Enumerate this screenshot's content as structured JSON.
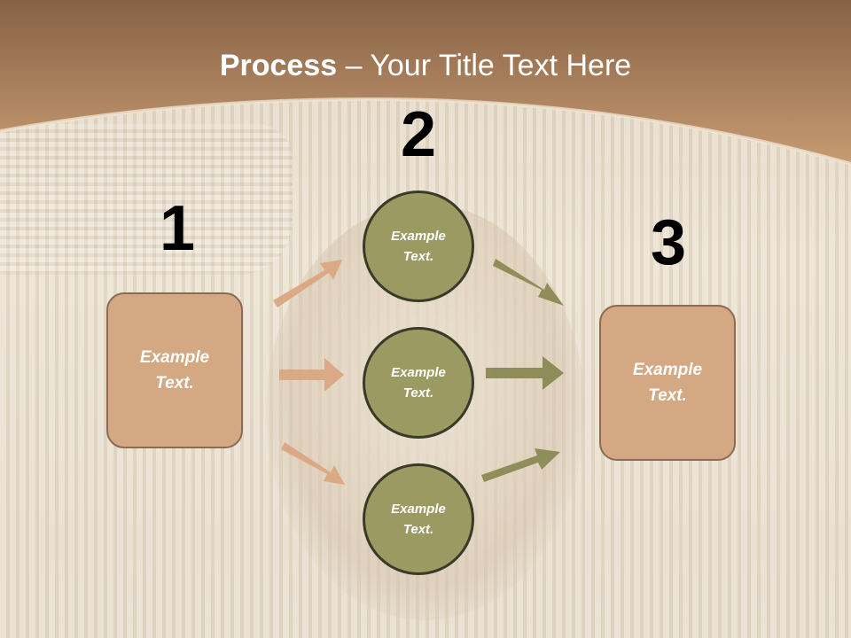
{
  "title": {
    "bold": "Process",
    "rest": " – Your Title Text Here"
  },
  "numbers": {
    "n1": "1",
    "n2": "2",
    "n3": "3"
  },
  "left_box": {
    "line1": "Example",
    "line2": "Text."
  },
  "right_box": {
    "line1": "Example",
    "line2": "Text."
  },
  "circles": [
    {
      "line1": "Example",
      "line2": "Text."
    },
    {
      "line1": "Example",
      "line2": "Text."
    },
    {
      "line1": "Example",
      "line2": "Text."
    }
  ],
  "colors": {
    "box_fill": "#d4a883",
    "circle_fill": "#9a9a62",
    "arrow_left": "#d9a882",
    "arrow_right": "#8a8a55",
    "header": "#b88a62"
  }
}
